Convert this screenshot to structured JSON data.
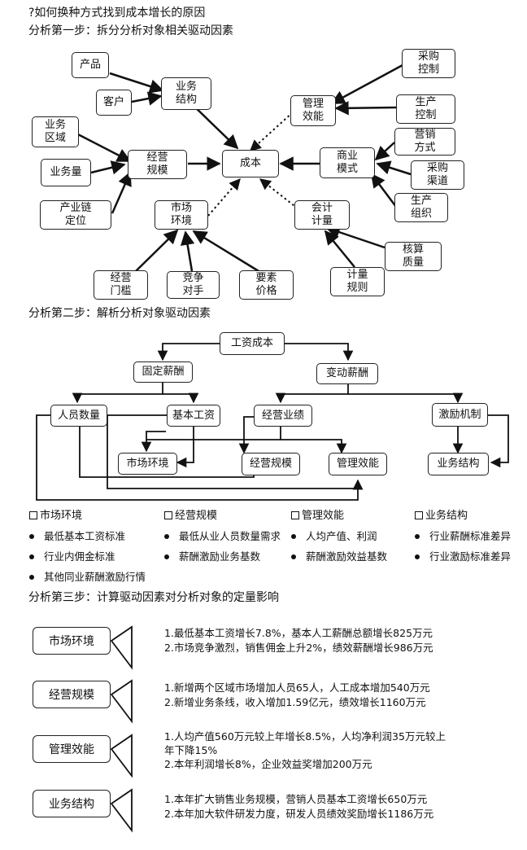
{
  "title": "?如何换种方式找到成本增长的原因",
  "step1": {
    "heading": "分析第一步：拆分分析对象相关驱动因素",
    "nodes": {
      "cost": "成本",
      "product": "产品",
      "customer": "客户",
      "biz_structure": "业务\n结构",
      "biz_region": "业务\n区域",
      "biz_volume": "业务量",
      "chain_position": "产业链\n定位",
      "op_scale": "经营\n规模",
      "market_env": "市场\n环境",
      "entry_barrier": "经营\n门槛",
      "competitor": "竞争\n对手",
      "factor_price": "要素\n价格",
      "mgmt_efficiency": "管理\n效能",
      "procure_control": "采购\n控制",
      "prod_control": "生产\n控制",
      "biz_model": "商业\n模式",
      "marketing_mode": "营销\n方式",
      "procure_channel": "采购\n渠道",
      "prod_org": "生产\n组织",
      "acct_measure": "会计\n计量",
      "accounting_quality": "核算\n质量",
      "measure_rule": "计量\n规则"
    }
  },
  "step2": {
    "heading": "分析第二步：解析分析对象驱动因素",
    "nodes": {
      "wage_cost": "工资成本",
      "fixed_pay": "固定薪酬",
      "var_pay": "变动薪酬",
      "headcount": "人员数量",
      "base_wage": "基本工资",
      "op_perf": "经营业绩",
      "incentive": "激励机制",
      "market_env": "市场环境",
      "op_scale": "经营规模",
      "mgmt_eff": "管理效能",
      "biz_struct": "业务结构"
    },
    "legend": [
      {
        "title": "市场环境",
        "items": [
          "最低基本工资标准",
          "行业内佣金标准",
          "其他同业薪酬激励行情"
        ]
      },
      {
        "title": "经营规模",
        "items": [
          "最低从业人员数量需求",
          "薪酬激励业务基数"
        ]
      },
      {
        "title": "管理效能",
        "items": [
          "人均产值、利润",
          "薪酬激励效益基数"
        ]
      },
      {
        "title": "业务结构",
        "items": [
          "行业薪酬标准差异",
          "行业激励标准差异"
        ]
      }
    ]
  },
  "step3": {
    "heading": "分析第三步：计算驱动因素对分析对象的定量影响",
    "rows": [
      {
        "label": "市场环境",
        "lines": [
          "1.最低基本工资增长7.8%，基本人工薪酬总额增长825万元",
          "2.市场竞争激烈，销售佣金上升2%，绩效薪酬增长986万元"
        ]
      },
      {
        "label": "经营规模",
        "lines": [
          "1.新增两个区域市场增加人员65人，人工成本增加540万元",
          "2.新增业务条线，收入增加1.59亿元，绩效增长1160万元"
        ]
      },
      {
        "label": "管理效能",
        "lines": [
          "1.人均产值560万元较上年增长8.5%，人均净利润35万元较上",
          "年下降15%",
          "2.本年利润增长8%，企业效益奖增加200万元"
        ]
      },
      {
        "label": "业务结构",
        "lines": [
          "1.本年扩大销售业务规模，营销人员基本工资增长650万元",
          "2.本年加大软件研发力度，研发人员绩效奖励增长1186万元"
        ]
      }
    ]
  }
}
